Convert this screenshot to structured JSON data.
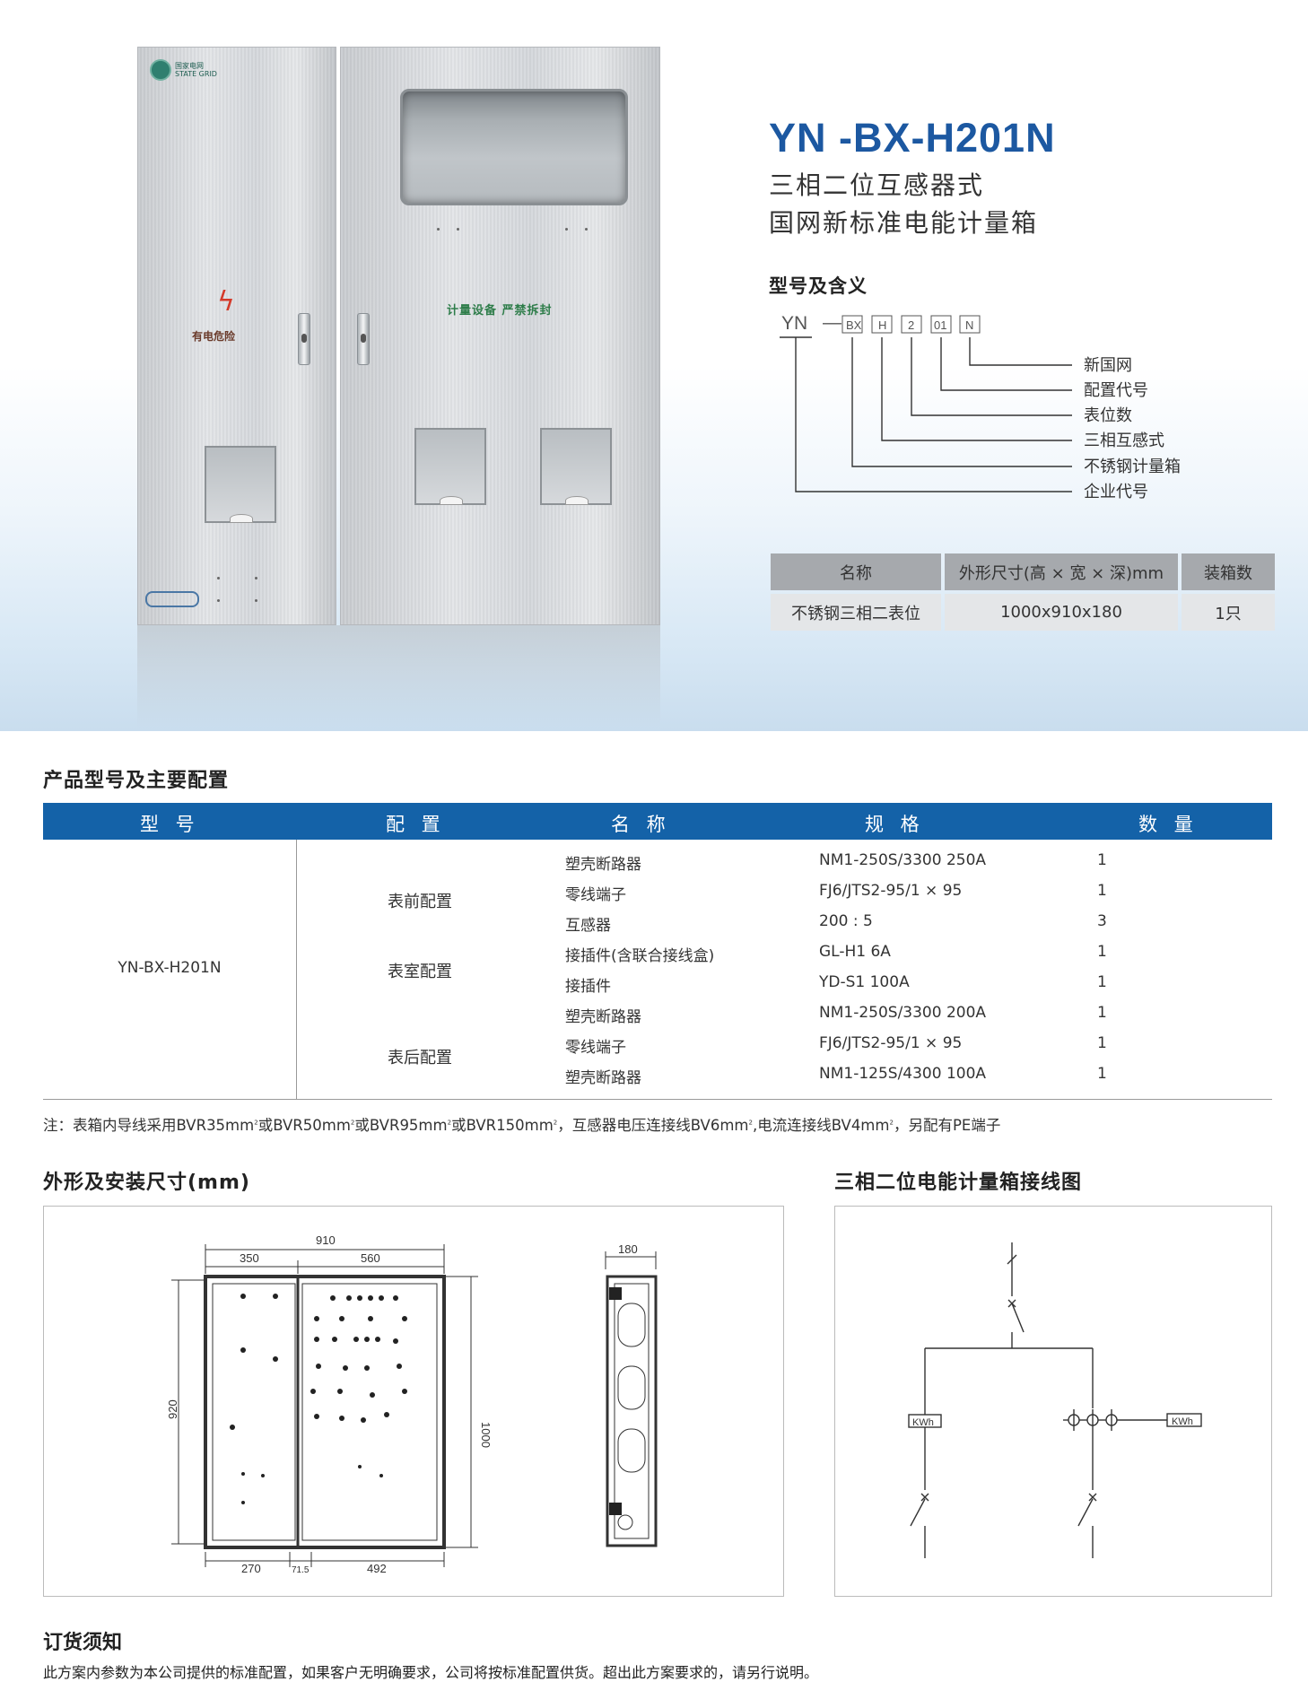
{
  "cabinet_photo": {
    "logo_text_cn": "国家电网",
    "logo_text_en": "STATE GRID",
    "warning_label": "有电危险",
    "seal_label": "计量设备 严禁拆封"
  },
  "product": {
    "model": "YN -BX-H201N",
    "subtitle_line1": "三相二位互感器式",
    "subtitle_line2": "国网新标准电能计量箱"
  },
  "model_meaning": {
    "heading": "型号及含义",
    "code_prefix": "YN",
    "code_dash": "—",
    "code_boxes": [
      "BX",
      "H",
      "2",
      "01",
      "N"
    ],
    "legend": [
      "新国网",
      "配置代号",
      "表位数",
      "三相互感式",
      "不锈钢计量箱",
      "企业代号"
    ]
  },
  "spec_table": {
    "headers": [
      "名称",
      "外形尺寸(高 × 宽 × 深)mm",
      "装箱数"
    ],
    "row": [
      "不锈钢三相二表位",
      "1000x910x180",
      "1只"
    ]
  },
  "config": {
    "heading": "产品型号及主要配置",
    "headers": [
      "型 号",
      "配 置",
      "名 称",
      "规 格",
      "数 量"
    ],
    "model": "YN-BX-H201N",
    "groups": [
      "表前配置",
      "表室配置",
      "表后配置"
    ],
    "rows": [
      {
        "name": "塑壳断路器",
        "spec": "NM1-250S/3300 250A",
        "qty": "1"
      },
      {
        "name": "零线端子",
        "spec": "FJ6/JTS2-95/1 × 95",
        "qty": "1"
      },
      {
        "name": "互感器",
        "spec": "200 : 5",
        "qty": "3"
      },
      {
        "name": "接插件(含联合接线盒)",
        "spec": "GL-H1 6A",
        "qty": "1"
      },
      {
        "name": "接插件",
        "spec": "YD-S1 100A",
        "qty": "1"
      },
      {
        "name": "塑壳断路器",
        "spec": "NM1-250S/3300 200A",
        "qty": "1"
      },
      {
        "name": "零线端子",
        "spec": "FJ6/JTS2-95/1 × 95",
        "qty": "1"
      },
      {
        "name": "塑壳断路器",
        "spec": "NM1-125S/4300 100A",
        "qty": "1"
      }
    ]
  },
  "note": {
    "p1": "注：表箱内导线采用BVR35mm",
    "s1": "2",
    "p2": "或BVR50mm",
    "s2": "2",
    "p3": "或BVR95mm",
    "s3": "2",
    "p4": "或BVR150mm",
    "s4": "2",
    "p5": "，互感器电压连接线BV6mm",
    "s5": "2",
    "p6": ",电流连接线BV4mm",
    "s6": "2",
    "p7": "，另配有PE端子"
  },
  "dimensions": {
    "heading": "外形及安装尺寸(mm)",
    "total_width": "910",
    "left_width": "350",
    "right_width": "560",
    "height_inner": "920",
    "height_outer": "1000",
    "depth": "180",
    "bottom_left": "270",
    "bottom_mid": "71.5",
    "bottom_right": "492"
  },
  "wiring": {
    "heading": "三相二位电能计量箱接线图",
    "meter_label": "KWh"
  },
  "order": {
    "heading": "订货须知",
    "text": "此方案内参数为本公司提供的标准配置，如果客户无明确要求，公司将按标准配置供货。超出此方案要求的，请另行说明。"
  }
}
